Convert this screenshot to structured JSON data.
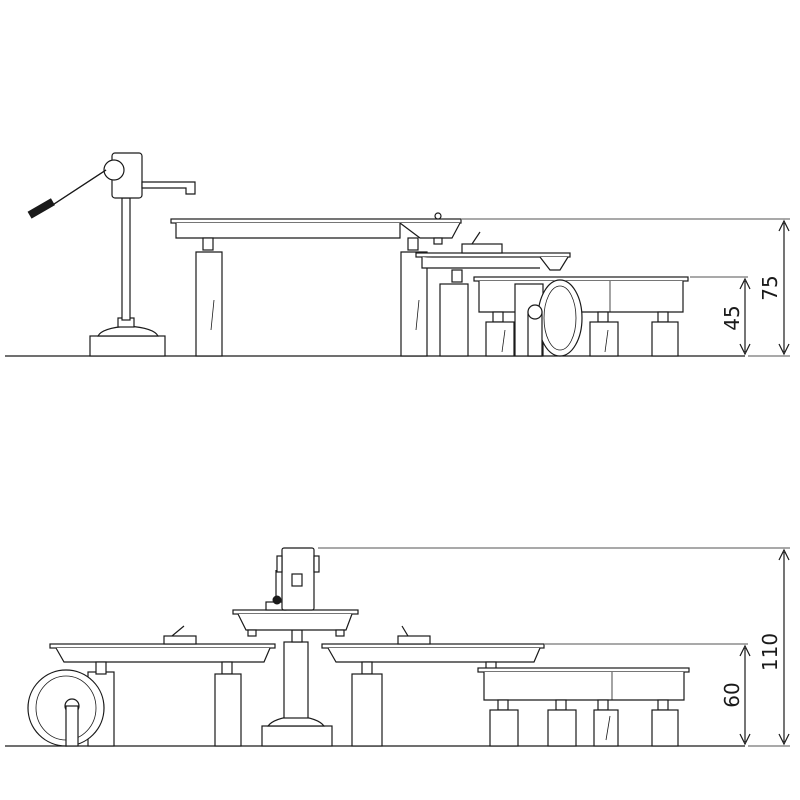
{
  "views": {
    "side": {
      "dim_tall": "75",
      "dim_short": "45"
    },
    "front": {
      "dim_tall": "110",
      "dim_short": "60"
    }
  }
}
